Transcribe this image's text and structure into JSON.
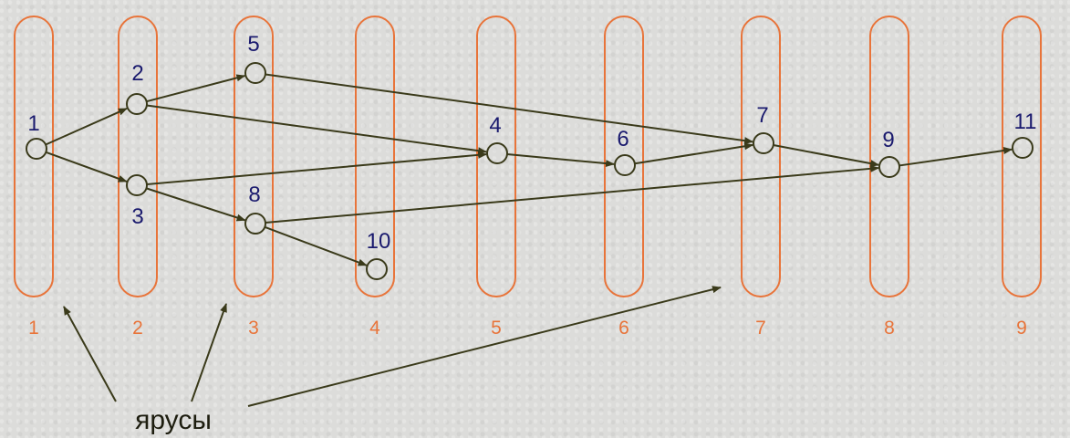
{
  "tiers": [
    "1",
    "2",
    "3",
    "4",
    "5",
    "6",
    "7",
    "8",
    "9"
  ],
  "nodes": [
    "1",
    "2",
    "3",
    "5",
    "8",
    "10",
    "4",
    "6",
    "7",
    "9",
    "11"
  ],
  "edges": [
    [
      "1",
      "2"
    ],
    [
      "1",
      "3"
    ],
    [
      "2",
      "5"
    ],
    [
      "2",
      "4"
    ],
    [
      "3",
      "4"
    ],
    [
      "3",
      "8"
    ],
    [
      "5",
      "7"
    ],
    [
      "4",
      "6"
    ],
    [
      "6",
      "7"
    ],
    [
      "7",
      "9"
    ],
    [
      "8",
      "10"
    ],
    [
      "8",
      "9"
    ],
    [
      "9",
      "11"
    ]
  ],
  "pointer_tiers": [
    "1",
    "3",
    "7"
  ],
  "caption": "ярусы",
  "colors": {
    "tier": "#e8743a",
    "node_label": "#1a1a6e",
    "line": "#3a3a1a"
  }
}
